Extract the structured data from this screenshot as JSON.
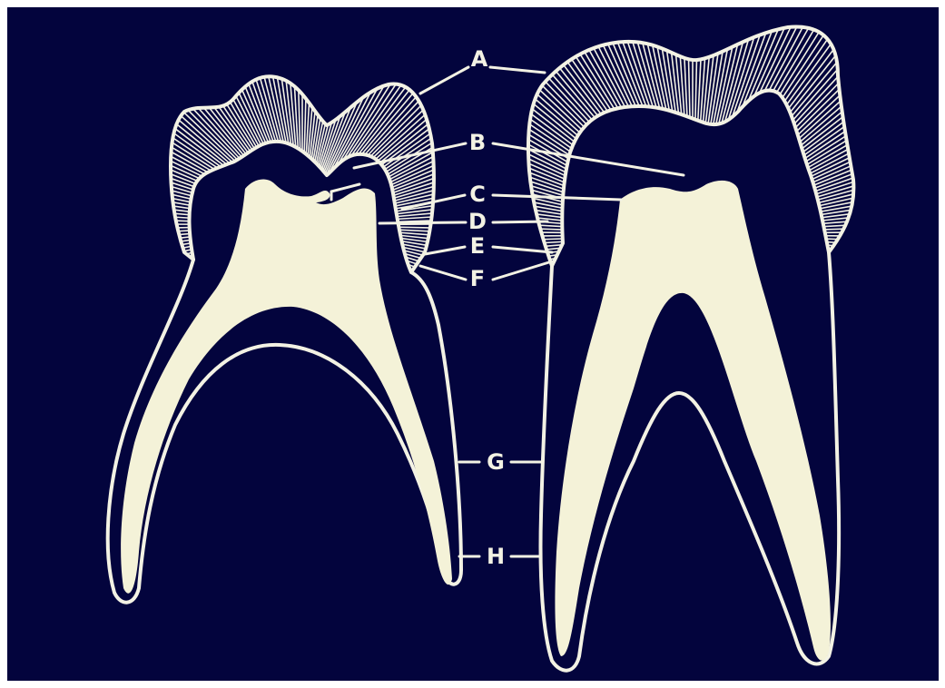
{
  "labels": [
    "A",
    "B",
    "C",
    "D",
    "E",
    "F",
    "G",
    "H"
  ],
  "colors": {
    "background": "#03043d",
    "line": "#f3f2e4",
    "pulp": "#f4f2d8",
    "frame": "#ffffff"
  },
  "figures": [
    "left-molar-section",
    "right-molar-section"
  ]
}
